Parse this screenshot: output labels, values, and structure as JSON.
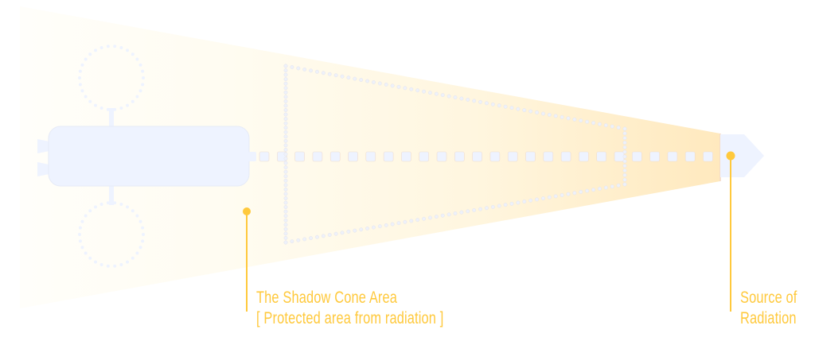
{
  "diagram": {
    "title": "Shadow cone protection diagram",
    "labels": {
      "shadow_cone_line1": "The Shadow Cone Area",
      "shadow_cone_line2": "[ Protected area from radiation ]",
      "source_line1": "Source of",
      "source_line2": "Radiation"
    },
    "components": {
      "spacecraft": "spacecraft-body",
      "radiators": "dotted-circle-radiator",
      "truss": "square-truss-segments",
      "shield": "radiation-shield",
      "reactor": "radiation-source-module"
    },
    "colors": {
      "accent": "#FFC93C",
      "cone_light": "#FFFDF5",
      "cone_dark": "#FFEBC2",
      "structure": "#EEF3FF",
      "structure_outline": "#E3E8F5",
      "background": "#FFFFFF"
    }
  }
}
